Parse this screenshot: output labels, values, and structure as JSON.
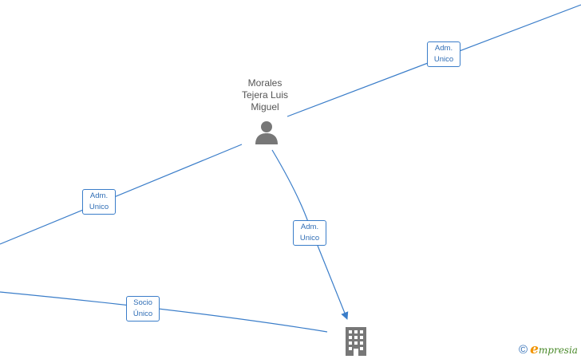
{
  "person_node": {
    "name_lines": [
      "Morales",
      "Tejera Luis",
      "Miguel"
    ],
    "icon": "person-icon"
  },
  "company_node": {
    "icon": "building-icon"
  },
  "edges": [
    {
      "lines": [
        "Adm.",
        "Unico"
      ]
    },
    {
      "lines": [
        "Adm.",
        "Unico"
      ]
    },
    {
      "lines": [
        "Adm.",
        "Unico"
      ]
    },
    {
      "lines": [
        "Socio",
        "Único"
      ]
    }
  ],
  "watermark": {
    "copyright": "©",
    "brand_initial": "e",
    "brand_rest": "mpresia"
  },
  "colors": {
    "edge": "#3a7dc9",
    "label_text": "#2f6db5",
    "icon": "#777777"
  }
}
